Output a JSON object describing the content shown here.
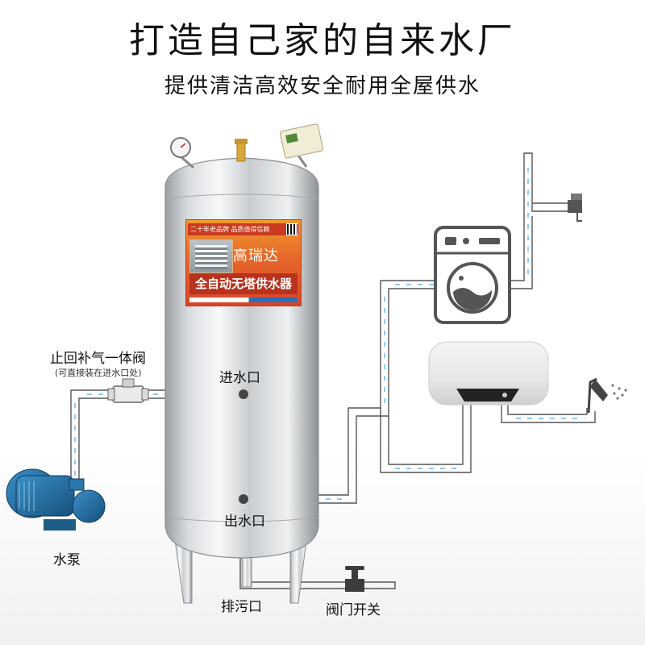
{
  "header": {
    "title": "打造自己家的自来水厂",
    "subtitle": "提供清洁高效安全耐用全屋供水"
  },
  "tank": {
    "slogan": "二十年老品牌  品质值得信赖",
    "brand": "高瑞达",
    "product": "全自动无塔供水器"
  },
  "labels": {
    "check_valve": "止回补气一体阀",
    "check_valve_note": "(可直接装在进水口处)",
    "inlet": "进水口",
    "outlet": "出水口",
    "pump": "水泵",
    "drain": "排污口",
    "valve_switch": "阀门开关"
  },
  "icons": {
    "washing_machine": "washing-machine-icon",
    "water_heater": "water-heater-icon",
    "faucet": "faucet-icon",
    "shower": "shower-icon",
    "pump": "water-pump-icon",
    "gauge": "pressure-gauge-icon",
    "controller": "pressure-switch-icon",
    "valve": "gate-valve-icon"
  },
  "colors": {
    "pipe_outline": "#555555",
    "flow_arrow": "#4aa8e8",
    "label_orange": "#e5672a",
    "pump_blue": "#1f6fa3"
  }
}
